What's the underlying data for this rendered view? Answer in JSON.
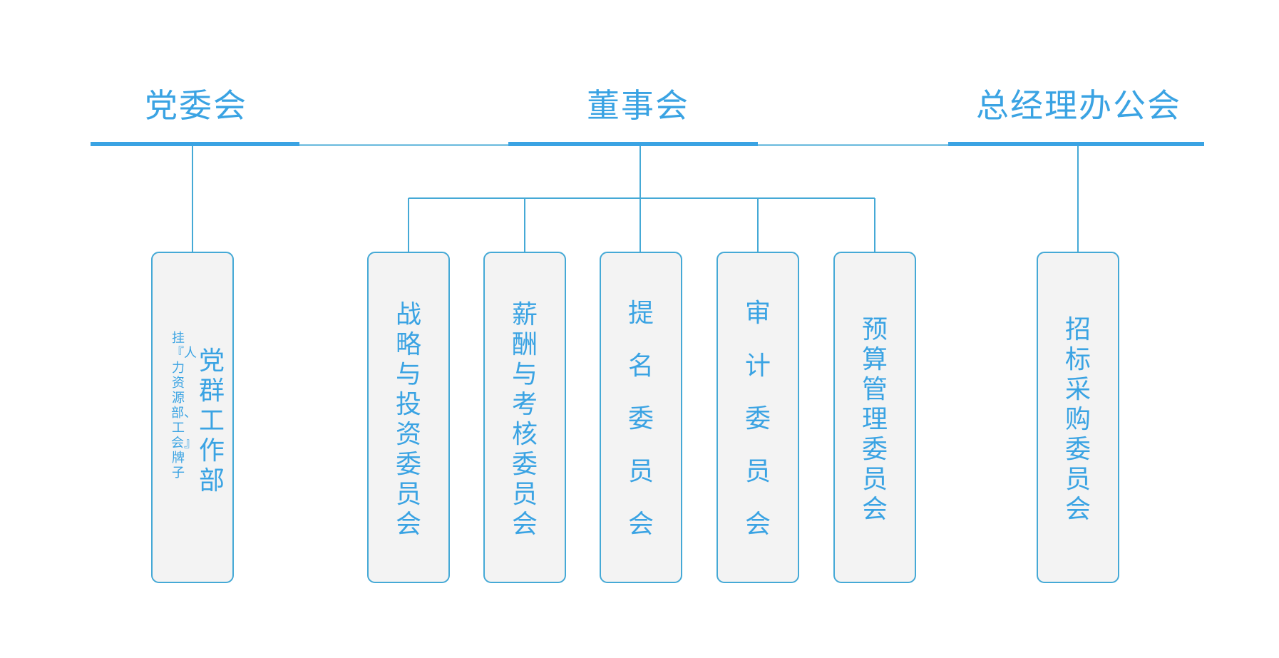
{
  "colors": {
    "primary": "#3aa3e3",
    "line": "#45a9d6",
    "box_fill": "#f3f3f3",
    "box_border": "#45a9d6"
  },
  "top_level": {
    "party_committee": "党委会",
    "board": "董事会",
    "gm_office": "总经理办公会"
  },
  "party_branch": {
    "dept": "党群工作部",
    "note": "挂『人力资源部、工会』牌子"
  },
  "board_committees": [
    "战略与投资委员会",
    "薪酬与考核委员会",
    "提名委员会",
    "审计委员会",
    "预算管理委员会"
  ],
  "gm_branch": {
    "committee": "招标采购委员会"
  }
}
